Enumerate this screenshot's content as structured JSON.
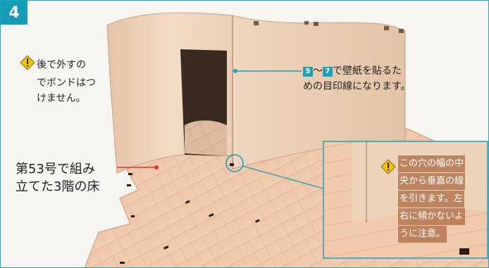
{
  "step_number": "4",
  "note_left": {
    "lines": [
      "後で外すの",
      "でボンドはつ",
      "けません。"
    ],
    "icon": "warning-diamond-icon"
  },
  "note_top_right": {
    "badge_start": "5",
    "connector": "～",
    "badge_end": "7",
    "rest_line1": "で壁紙を貼るた",
    "line2": "めの目印線になります。"
  },
  "caption": {
    "lines": [
      "第53号で組み",
      "立てた3階の床"
    ]
  },
  "detail_note": {
    "lines": [
      "この穴の幅の中",
      "央から垂直の線",
      "を引きます。左",
      "右に傾かないよ",
      "うに注意。"
    ],
    "icon": "warning-diamond-icon"
  },
  "colors": {
    "accent": "#149bb5",
    "callout_line": "#1ea1ba",
    "pointer_red": "#e5332a",
    "warning_yellow": "#f5c400",
    "wood_light": "#f0c9ad",
    "wood_dark": "#d8a283"
  }
}
